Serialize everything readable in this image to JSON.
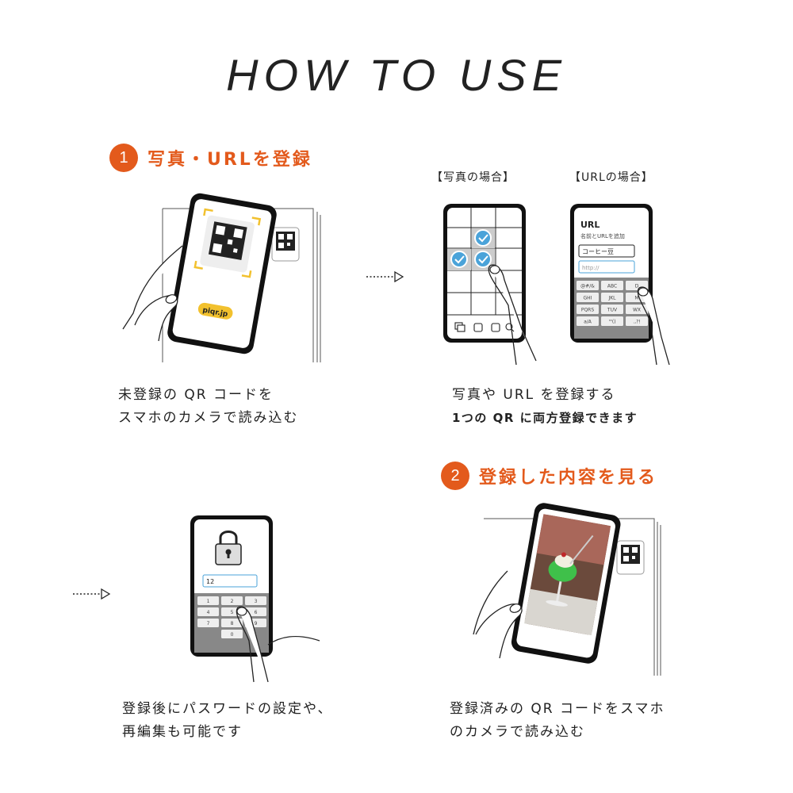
{
  "title": "HOW TO USE",
  "colors": {
    "accent": "#e35a1c",
    "check": "#4aa3d9",
    "badge": "#f2c12e"
  },
  "step1": {
    "number": "1",
    "title": "写真・URLを登録",
    "badge": "piqr.jp",
    "caption_line1": "未登録の QR コードを",
    "caption_line2": "スマホのカメラで読み込む"
  },
  "register": {
    "photo_case_label": "【写真の場合】",
    "url_case_label": "【URLの場合】",
    "url_screen": {
      "heading": "URL",
      "subheading": "名前とURLを追加",
      "name_value": "コーヒー豆",
      "url_placeholder": "http://",
      "keys": [
        "@#/&",
        "ABC",
        "D",
        "GHI",
        "JKL",
        "M",
        "PQRS",
        "TUV",
        "WX",
        "a/A",
        "'\"()",
        ".,?!"
      ]
    },
    "caption_line1": "写真や URL を登録する",
    "caption_line2": "1つの QR に両方登録できます"
  },
  "password": {
    "input_value": "12",
    "keys": [
      "1",
      "2",
      "3",
      "4",
      "5",
      "6",
      "7",
      "8",
      "9",
      "0"
    ],
    "caption_line1": "登録後にパスワードの設定や、",
    "caption_line2": "再編集も可能です"
  },
  "step2": {
    "number": "2",
    "title": "登録した内容を見る",
    "caption_line1": "登録済みの QR コードをスマホ",
    "caption_line2": "のカメラで読み込む"
  },
  "icons": [
    "arrow-right-icon",
    "qr-code-icon",
    "lock-icon",
    "check-icon",
    "hand-icon"
  ]
}
